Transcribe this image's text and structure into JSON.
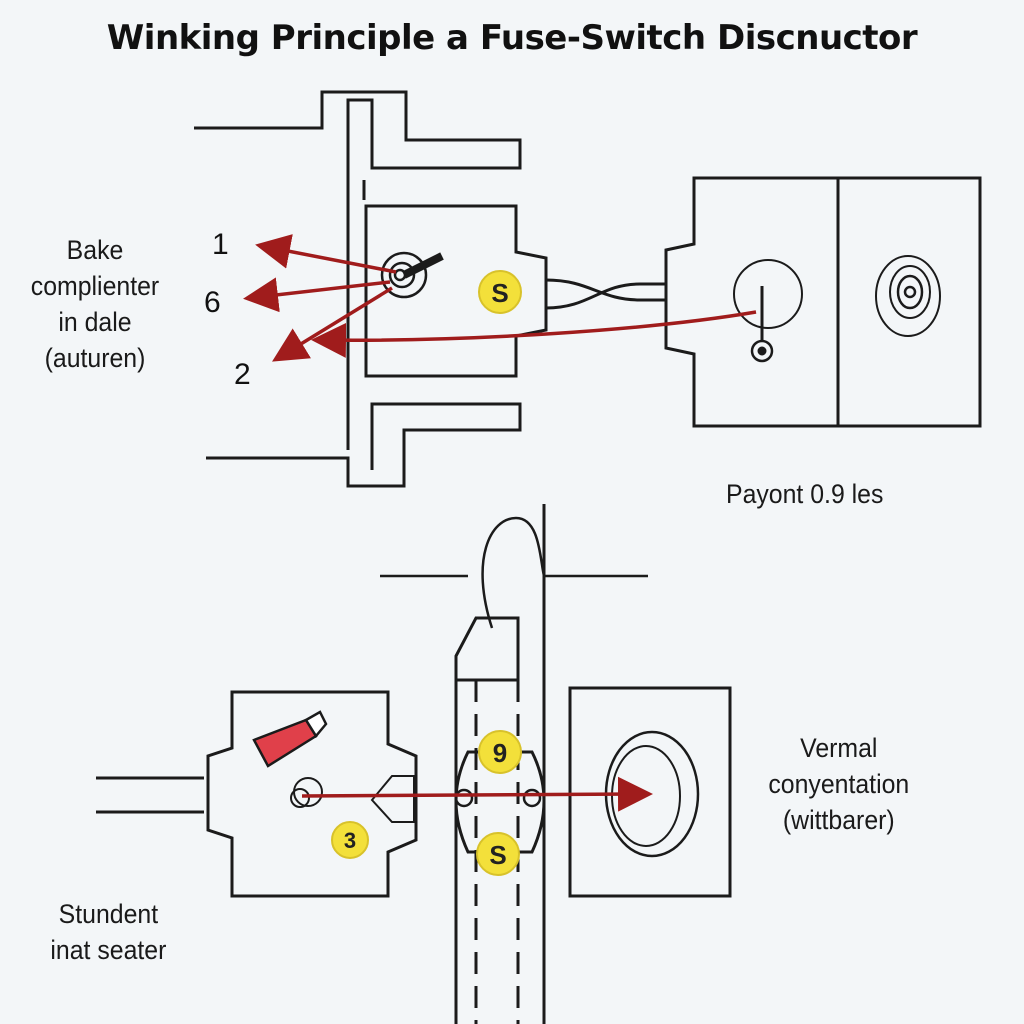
{
  "title": "Winking Principle a Fuse-Switch Discnuctor",
  "labels": {
    "left_top": [
      "Bake",
      "complienter",
      "in dale",
      "(auturen)"
    ],
    "payont": "Payont  0.9 les",
    "vermal": [
      "Vermal",
      "conyentation",
      "(wittbarer)"
    ],
    "student": [
      "Stundent",
      "inat seater"
    ]
  },
  "numbers": {
    "n1": "1",
    "n6": "6",
    "n2": "2"
  },
  "markers": {
    "s_top": "S",
    "nine": "9",
    "s_bottom": "S",
    "three": "3"
  },
  "colors": {
    "arrow": "#a01c1c",
    "marker": "#f3e03a",
    "line": "#1b1b1b",
    "accent": "#e0404a"
  }
}
